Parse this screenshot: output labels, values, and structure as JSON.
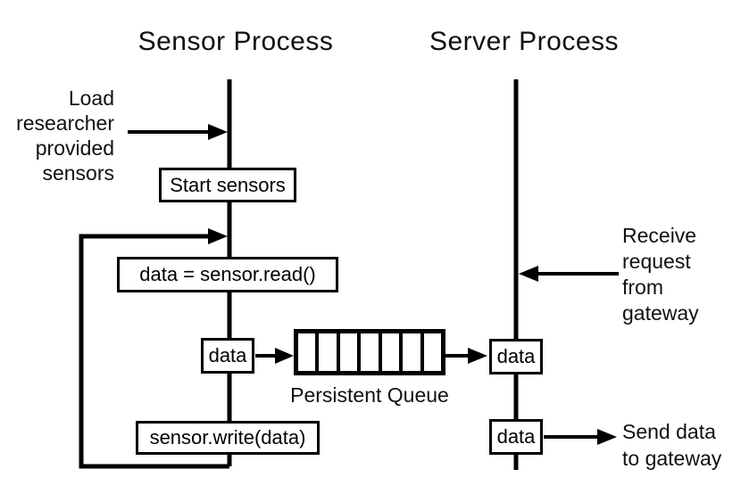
{
  "diagram": {
    "type": "sequence-flow-diagram",
    "colors": {
      "ink": "#000000",
      "paper": "#ffffff"
    },
    "lanes": {
      "sensor": {
        "title": "Sensor Process"
      },
      "server": {
        "title": "Server Process"
      }
    },
    "annotations": {
      "load_sensors": "Load\nresearcher\nprovided\nsensors",
      "receive_request": "Receive\nrequest\nfrom\ngateway",
      "send_data": "Send data\nto gateway"
    },
    "steps": {
      "start_sensors": "Start sensors",
      "read_call": "data = sensor.read()",
      "data_out": "data",
      "write_call": "sensor.write(data)",
      "data_in": "data",
      "data_send": "data"
    },
    "queue": {
      "label": "Persistent Queue",
      "cell_count": 7
    }
  }
}
